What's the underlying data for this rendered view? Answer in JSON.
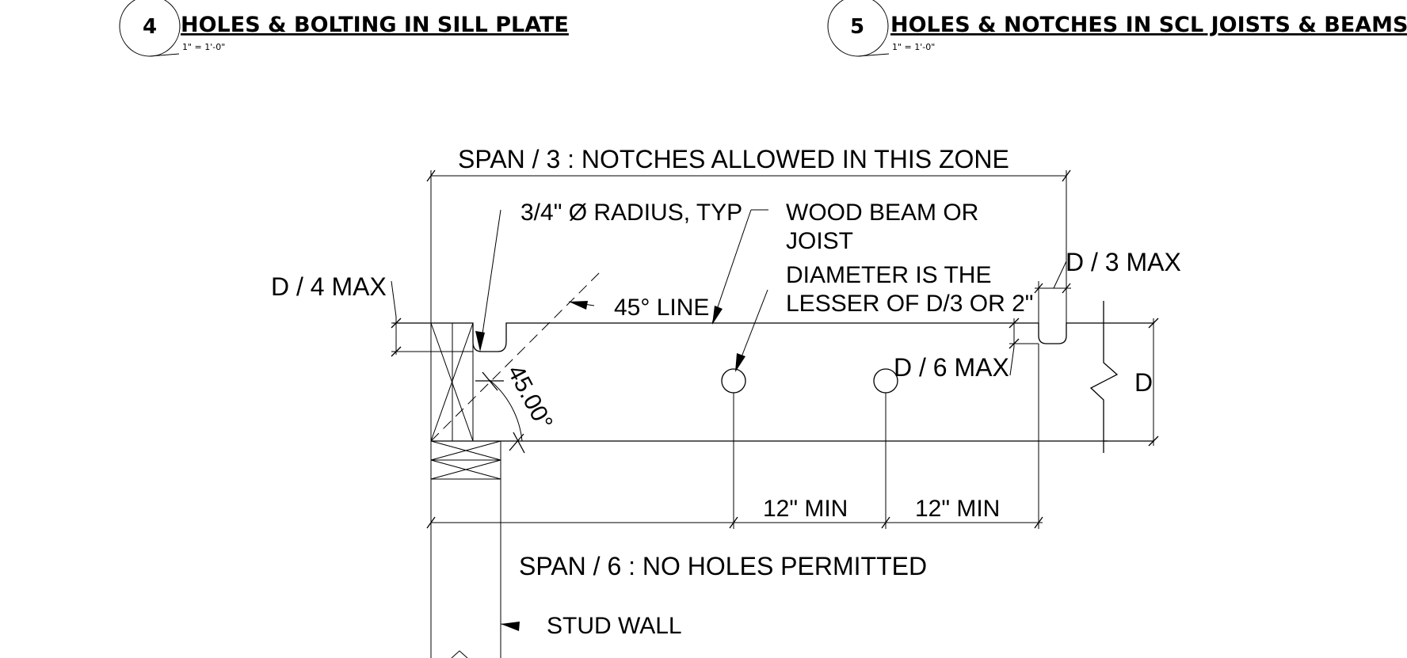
{
  "details": [
    {
      "number": "4",
      "title": "HOLES & BOLTING IN SILL PLATE",
      "scale": "1\" = 1'-0\""
    },
    {
      "number": "5",
      "title": "HOLES & NOTCHES IN SCL JOISTS & BEAMS",
      "scale": "1\" = 1'-0\""
    }
  ],
  "labels": {
    "span_third": "SPAN / 3 : NOTCHES ALLOWED IN THIS ZONE",
    "radius": "3/4\" Ø RADIUS, TYP",
    "wood_beam_1": "WOOD BEAM OR",
    "wood_beam_2": "JOIST",
    "diameter_1": "DIAMETER IS THE",
    "diameter_2": "LESSER OF D/3 OR 2\"",
    "d3_max": "D / 3 MAX",
    "d4_max": "D / 4 MAX",
    "line45": "45° LINE",
    "angle": "45.00°",
    "d6_max": "D / 6 MAX",
    "d": "D",
    "min12_a": "12\" MIN",
    "min12_b": "12\" MIN",
    "span_sixth": "SPAN / 6 : NO HOLES PERMITTED",
    "stud_wall": "STUD WALL"
  }
}
